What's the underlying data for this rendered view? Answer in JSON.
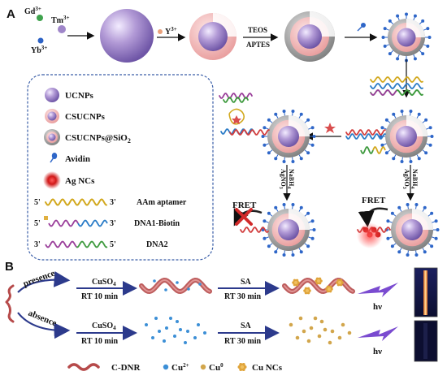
{
  "panel_a": {
    "label": "A",
    "ions": {
      "gd": "Gd",
      "tm": "Tm",
      "yb": "Yb",
      "y": "Y",
      "charge": "3+"
    },
    "arrow_top": "TEOS",
    "arrow_bottom": "APTES",
    "agno3": "AgNO",
    "nabh4": "NaBH",
    "fret": "FRET",
    "legend": {
      "ucnps": "UCNPs",
      "csucnps": "CSUCNPs",
      "csucnps_sio2": "CSUCNPs@SiO",
      "avidin": "Avidin",
      "ag_ncs": "Ag  NCs",
      "aam": "AAm aptamer",
      "dna1": "DNA1-Biotin",
      "dna2": "DNA2",
      "p5": "5'",
      "p3": "3'"
    }
  },
  "panel_b": {
    "label": "B",
    "presence": "presence",
    "absence": "absence",
    "cuso4": "CuSO",
    "rt10": "RT 10 min",
    "sa": "SA",
    "rt30": "RT 30 min",
    "hv": "hν",
    "legend": {
      "cdnr": "C-DNR",
      "cu2": "Cu",
      "cu2_sup": "2+",
      "cu0": "Cu",
      "cu0_sup": "0",
      "cuncs": "Cu NCs"
    }
  },
  "colors": {
    "sphere": "#9f86c9",
    "shell": "#f2b9b9",
    "silica": "#a9a9a9",
    "avidin": "#2e66c8",
    "agnc": "#d01818",
    "arrow": "#2c3a8c",
    "dna_yellow": "#d2a81e",
    "dna_blue": "#2b7cc7",
    "dna_green": "#3e9a3e",
    "dna_purple": "#9a3e9a",
    "cdnr": "#b64a4a",
    "cu2": "#3c8fd6",
    "cu0": "#d2a64c",
    "bolt": "#7a4bd0"
  }
}
